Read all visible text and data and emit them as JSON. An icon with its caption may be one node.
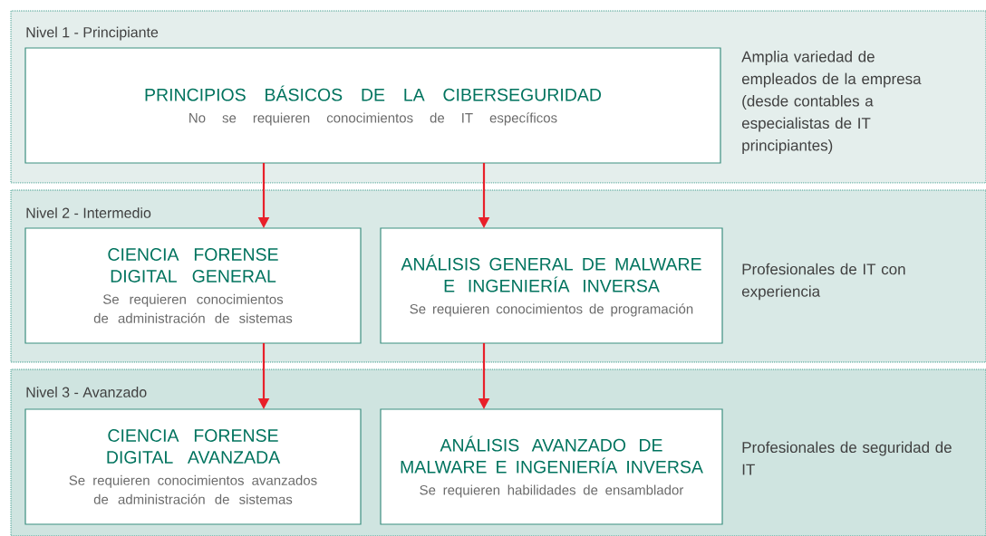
{
  "diagram": {
    "nodes": [
      {
        "text": [
          "Nivel 1 - Principiante",
          "Amplia variedad de empleados de la empresa (desde contables a especialistas de IT principiantes)"
        ]
      },
      {
        "text": [
          "PRINCIPIOS BÁSICOS DE LA CIBERSEGURIDAD",
          "No se requieren conocimientos de IT específicos"
        ],
        "in": 0
      },
      {
        "text": [
          "Nivel 2 - Intermedio",
          "Profesionales de IT con experiencia"
        ]
      },
      {
        "text": [
          "CIENCIA FORENSE DIGITAL GENERAL",
          "Se requieren conocimientos de administración de sistemas"
        ],
        "in": 2
      },
      {
        "text": [
          "ANÁLISIS GENERAL DE MALWARE E INGENIERÍA INVERSA",
          "Se requieren conocimientos de programación"
        ],
        "in": 2
      },
      {
        "text": [
          "Nivel 3 - Avanzado",
          "Profesionales de seguridad de IT"
        ]
      },
      {
        "text": [
          "CIENCIA FORENSE DIGITAL AVANZADA",
          "Se requieren conocimientos avanzados de administración de sistemas"
        ],
        "in": 5
      },
      {
        "text": [
          "ANÁLISIS AVANZADO DE MALWARE E INGENIERÍA INVERSA",
          "Se requieren habilidades de ensamblador"
        ],
        "in": 5
      }
    ],
    "edges": [
      {
        "from": 1,
        "to": 3,
        "arrow": "to"
      },
      {
        "from": 1,
        "to": 4,
        "arrow": "to"
      },
      {
        "from": 3,
        "to": 6,
        "arrow": "to"
      },
      {
        "from": 4,
        "to": 7,
        "arrow": "to"
      }
    ]
  }
}
